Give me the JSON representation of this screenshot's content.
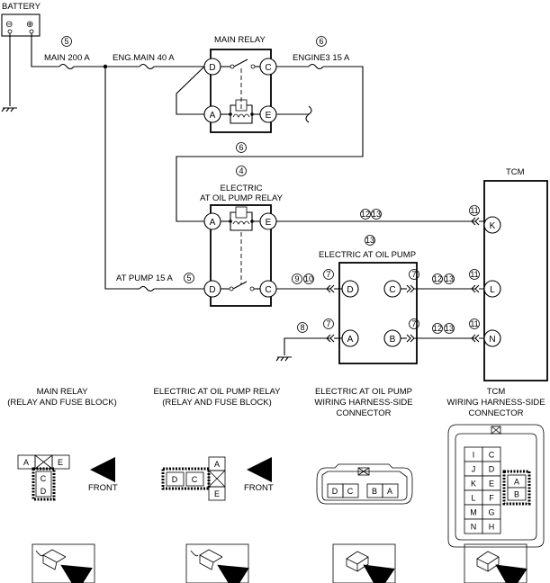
{
  "battery": {
    "label": "BATTERY",
    "neg": "⊖",
    "pos": "⊕"
  },
  "fuses": {
    "main": {
      "label": "MAIN 200 A",
      "ref": "5"
    },
    "eng_main": {
      "label": "ENG.MAIN 40 A"
    },
    "engine3": {
      "label": "ENGINE3 15 A",
      "ref": "6"
    },
    "at_pump": {
      "label": "AT PUMP 15 A",
      "ref": "5"
    }
  },
  "main_relay": {
    "title": "MAIN RELAY",
    "pins": [
      "D",
      "C",
      "A",
      "E"
    ]
  },
  "wire_refs": {
    "main_to_pump_relay": "6"
  },
  "pump_relay": {
    "ref": "4",
    "title_line1": "ELECTRIC",
    "title_line2": "AT OIL PUMP RELAY",
    "pins": [
      "A",
      "E",
      "D",
      "C"
    ]
  },
  "oil_pump": {
    "ref": "13",
    "title": "ELECTRIC AT OIL PUMP",
    "pins": [
      "D",
      "C",
      "A",
      "B"
    ]
  },
  "tcm": {
    "title": "TCM",
    "pins": [
      "K",
      "L",
      "N"
    ]
  },
  "circle_refs": {
    "k_line_a": "12",
    "k_line_b": "13",
    "k_tcm": "11",
    "dc_a": "9",
    "dc_b": "10",
    "d_conn": "7",
    "c_conn": "7",
    "c_line_a": "12",
    "c_line_b": "13",
    "l_tcm": "11",
    "ground": "8",
    "a_conn": "7",
    "b_conn": "7",
    "b_line_a": "12",
    "b_line_b": "13",
    "n_tcm": "11"
  },
  "connectors": {
    "main_relay": {
      "title_line1": "MAIN RELAY",
      "title_line2": "(RELAY AND FUSE BLOCK)",
      "front": "FRONT",
      "pins": [
        "A",
        "E",
        "C",
        "D"
      ]
    },
    "pump_relay": {
      "title_line1": "ELECTRIC AT OIL PUMP RELAY",
      "title_line2": "(RELAY AND FUSE BLOCK)",
      "front": "FRONT",
      "pins": [
        "D",
        "C",
        "A",
        "E"
      ]
    },
    "oil_pump": {
      "title_line1": "ELECTRIC AT OIL PUMP",
      "title_line2": "WIRING HARNESS-SIDE",
      "title_line3": "CONNECTOR",
      "pins": [
        "D",
        "C",
        "B",
        "A"
      ]
    },
    "tcm": {
      "title_line1": "TCM",
      "title_line2": "WIRING HARNESS-SIDE",
      "title_line3": "CONNECTOR",
      "left_col": [
        "I",
        "J",
        "K",
        "L",
        "M",
        "N"
      ],
      "right_col": [
        "C",
        "D",
        "E",
        "F",
        "G",
        "H"
      ],
      "side": [
        "A",
        "B"
      ]
    }
  }
}
